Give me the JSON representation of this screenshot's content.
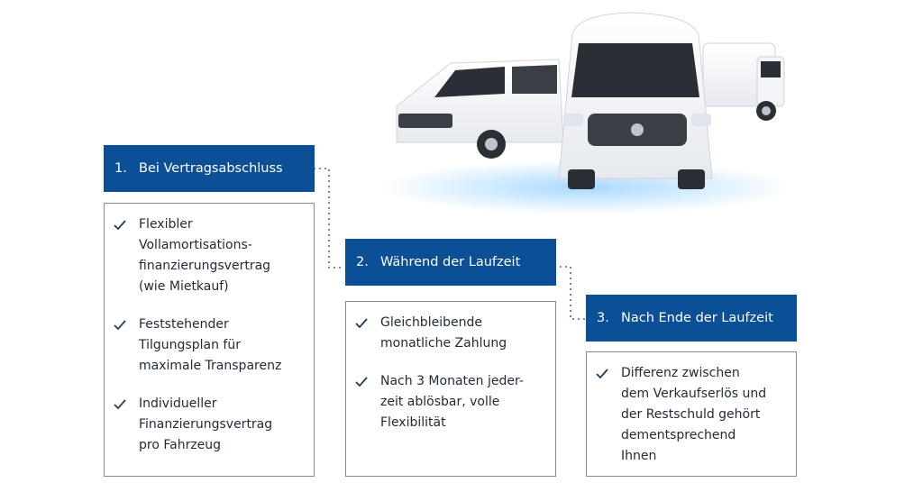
{
  "steps": [
    {
      "number": "1.",
      "title": "Bei Vertragsabschluss",
      "items": [
        "Flexibler\nVollamortisations-\nfinanzierungsvertrag\n(wie Mietkauf)",
        "Feststehender\nTilgungsplan für\nmaximale Transparenz",
        "Individueller\nFinanzierungsvertrag\npro Fahrzeug"
      ]
    },
    {
      "number": "2.",
      "title": "Während der Laufzeit",
      "items": [
        "Gleichbleibende\nmonatliche Zahlung",
        "Nach 3 Monaten jeder-\nzeit ablösbar, volle\nFlexibilität"
      ]
    },
    {
      "number": "3.",
      "title": "Nach Ende der Laufzeit",
      "items": [
        "Differenz zwischen\ndem Verkaufserlös und\nder Restschuld gehört\ndementsprechend\nIhnen"
      ]
    }
  ],
  "colors": {
    "header": "#0b4f97",
    "check": "#1f3b57",
    "connector": "#3b6ea8"
  },
  "icons": {
    "check": "check-icon"
  }
}
